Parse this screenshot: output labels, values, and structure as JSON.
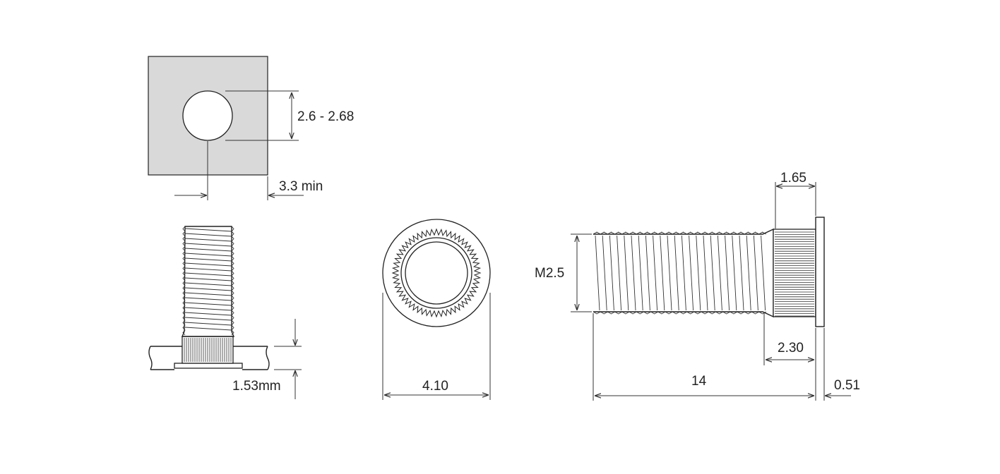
{
  "dimensions": {
    "hole_diameter": "2.6 - 2.68",
    "min_edge_distance": "3.3 min",
    "sheet_thickness": "1.53mm",
    "head_diameter": "4.10",
    "head_width": "1.65",
    "thread_size": "M2.5",
    "knurl_length": "2.30",
    "overall_length": "14",
    "head_thickness": "0.51"
  },
  "colors": {
    "line": "#222222",
    "sheet_fill": "#d9d9d9",
    "background": "#ffffff"
  }
}
